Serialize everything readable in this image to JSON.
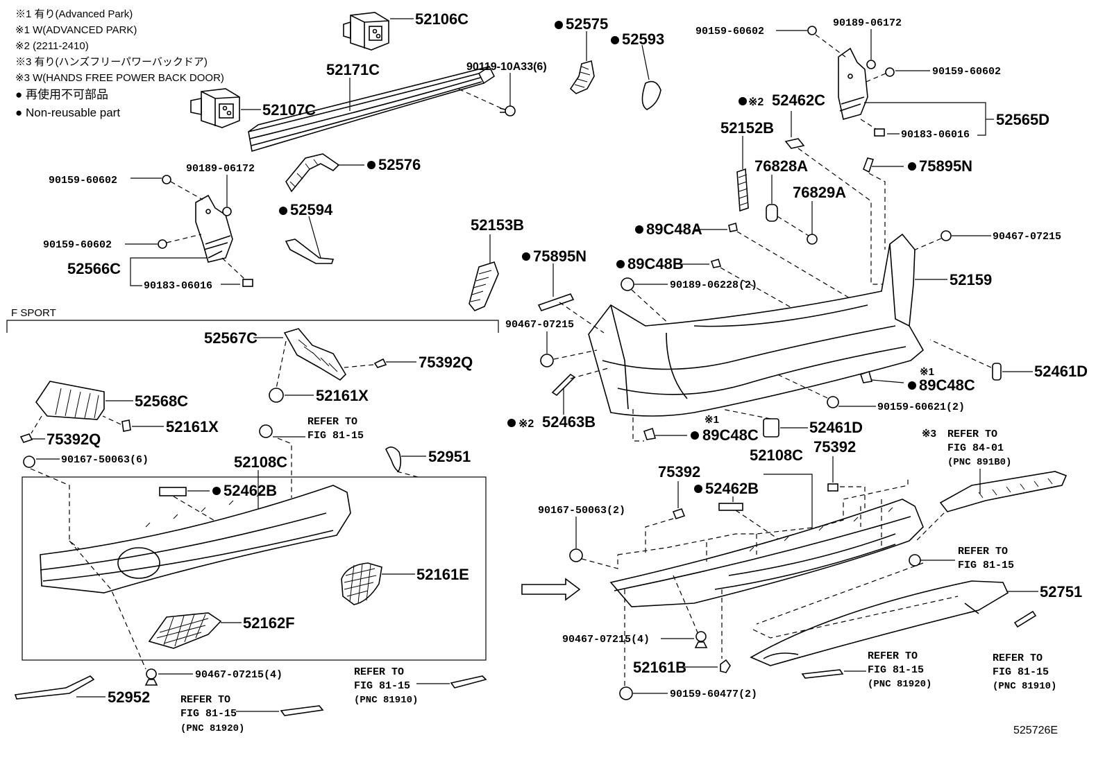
{
  "legend": [
    "※1 有り(Advanced  Park)",
    "※1 W(ADVANCED PARK)",
    "※2 (2211-2410)",
    "※3 有り(ハンズフリーパワーバックドア)",
    "※3 W(HANDS FREE POWER BACK DOOR)",
    "● 再使用不可部品",
    "● Non-reusable part"
  ],
  "section_title": "F SPORT",
  "figure_code": "525726E",
  "callouts": {
    "c52106C": "52106C",
    "c52107C": "52107C",
    "c52171C": "52171C",
    "c90119": "90119-10A33(6)",
    "c52575": "52575",
    "c52593": "52593",
    "c52576": "52576",
    "c52594": "52594",
    "c52153B": "52153B",
    "cL90159a": "90159-60602",
    "cL90189": "90189-06172",
    "cL90159b": "90159-60602",
    "c52566C": "52566C",
    "cL90183": "90183-06016",
    "cR90159a": "90159-60602",
    "cR90189": "90189-06172",
    "cR90159b": "90159-60602",
    "c52565D": "52565D",
    "cR90183": "90183-06016",
    "c52462C": "52462C",
    "c52152B": "52152B",
    "c76828A": "76828A",
    "c76829A": "76829A",
    "c75895N_r": "75895N",
    "c89C48A": "89C48A",
    "c90467_r": "90467-07215",
    "c89C48B": "89C48B",
    "c90189_06228": "90189-06228(2)",
    "c52159": "52159",
    "c75895N_l": "75895N",
    "c90467_m": "90467-07215",
    "c52461D_r": "52461D",
    "c89C48C_a": "89C48C",
    "c90159_60621": "90159-60621(2)",
    "c52463B": "52463B",
    "c52461D_m": "52461D",
    "c89C48C_b": "89C48C",
    "c52567C": "52567C",
    "c75392Q_a": "75392Q",
    "c52161X_a": "52161X",
    "c52568C": "52568C",
    "c52161X_b": "52161X",
    "c75392Q_b": "75392Q",
    "c90167_6": "90167-50063(6)",
    "c52108C_l": "52108C",
    "c52951": "52951",
    "c52462B_l": "52462B",
    "c52161E": "52161E",
    "c52162F": "52162F",
    "c90467_4l": "90467-07215(4)",
    "c52952": "52952",
    "c52108C_r": "52108C",
    "c75392_a": "75392",
    "c75392_b": "75392",
    "c52462B_r": "52462B",
    "c90167_2": "90167-50063(2)",
    "c52751": "52751",
    "c90467_4r": "90467-07215(4)",
    "c52161B": "52161B",
    "c90159_60477": "90159-60477(2)"
  },
  "marks": {
    "s1": "※1",
    "s2": "※2",
    "s3": "※3"
  },
  "refs": {
    "refer_to": "REFER TO",
    "fig_81_15": "FIG 81-15",
    "fig_84_01": "FIG 84-01",
    "pnc_81910": "(PNC 81910)",
    "pnc_81920": "(PNC 81920)",
    "pnc_891B0": "(PNC 891B0)"
  }
}
